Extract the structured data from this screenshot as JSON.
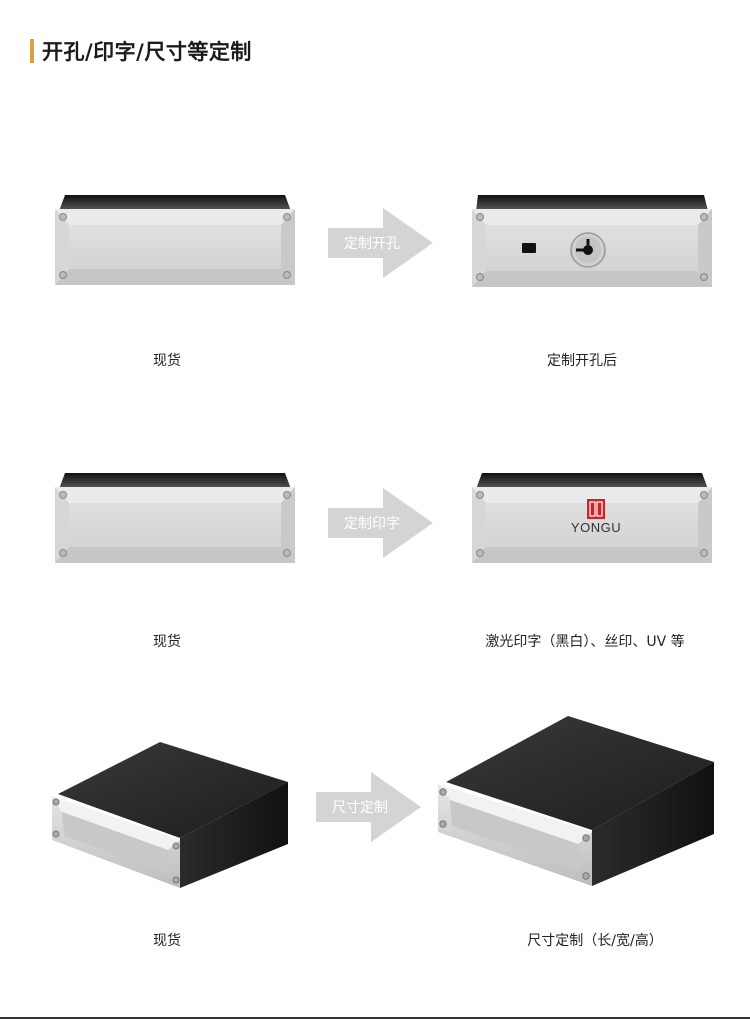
{
  "header": {
    "title": "开孔/印字/尺寸等定制"
  },
  "rows": [
    {
      "arrow_label": "定制开孔",
      "left_caption": "现货",
      "right_caption": "定制开孔后"
    },
    {
      "arrow_label": "定制印字",
      "left_caption": "现货",
      "right_caption": "激光印字（黑白）、丝印、UV 等",
      "brand_text": "YONGU"
    },
    {
      "arrow_label": "尺寸定制",
      "left_caption": "现货",
      "right_caption": "尺寸定制（长/宽/高）"
    }
  ],
  "colors": {
    "accent": "#d9a23c",
    "arrow": "#d4d4d4",
    "panel": "#dcdcdc",
    "body_dark": "#2a2a2a",
    "stamp": "#c8262b"
  },
  "icons": [
    "screw-icon",
    "power-switch-icon",
    "key-lock-icon",
    "logo-stamp-icon"
  ]
}
